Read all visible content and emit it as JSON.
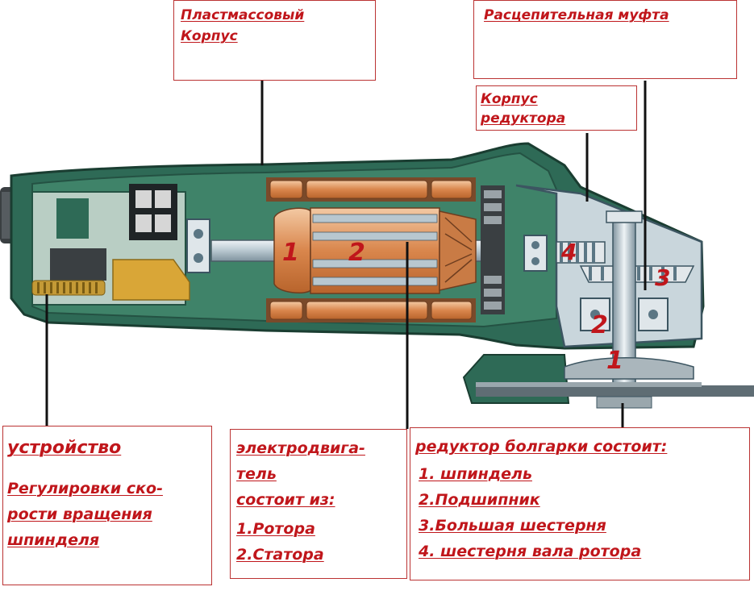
{
  "labels": {
    "housing": [
      "Пластмассовый",
      "Корпус"
    ],
    "clutch": "Расцепительная муфта",
    "gear_housing": [
      "Корпус",
      "редуктора"
    ]
  },
  "callouts": {
    "rotor": "1",
    "stator": "2",
    "gear_big": "3",
    "pinion": "4",
    "bearing": "2",
    "spindle": "1"
  },
  "speed_box": {
    "title": "устройство",
    "lines": [
      "Регулировки ско-",
      "рости вращения",
      "шпинделя"
    ]
  },
  "motor_box": {
    "lines": [
      "электродвига-",
      "тель",
      "состоит из:"
    ],
    "items": [
      "1.Ротора",
      "2.Статора"
    ]
  },
  "gear_box": {
    "title": "редуктор болгарки состоит:",
    "items": [
      "1. шпиндель",
      "2.Подшипник",
      "3.Большая шестерня",
      "4. шестерня вала ротора"
    ]
  },
  "colors": {
    "label_red": "#c0161b",
    "body_green": "#2e6a56",
    "copper": "#d9864c",
    "steel": "#b8c7cf"
  }
}
